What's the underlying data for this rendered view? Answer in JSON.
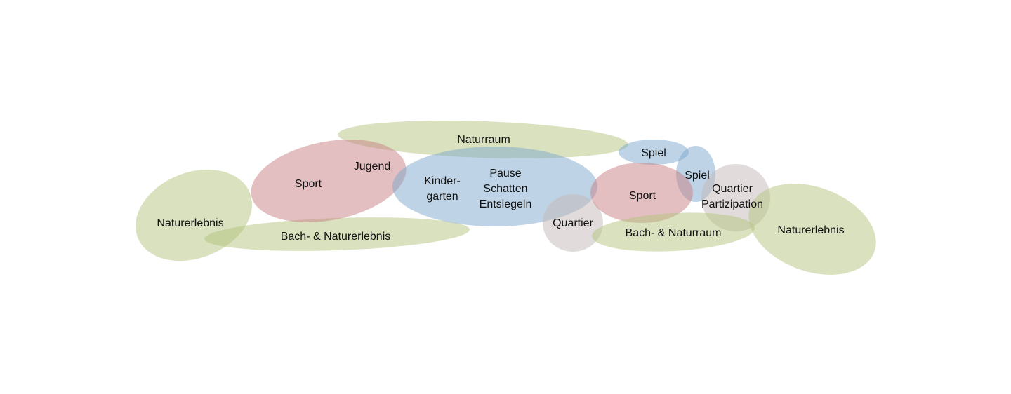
{
  "colors": {
    "green": "#b3c47e",
    "red": "#c77f83",
    "blue": "#7ea7cb",
    "grey": "#c4b9b8"
  },
  "zones": [
    {
      "id": "naturerlebnis-left",
      "color": "green",
      "lines": [
        "Naturerlebnis"
      ]
    },
    {
      "id": "bach-naturerlebnis",
      "color": "green",
      "lines": [
        "Bach- & Naturerlebnis"
      ]
    },
    {
      "id": "naturraum",
      "color": "green",
      "lines": [
        "Naturraum"
      ]
    },
    {
      "id": "sport-jugend",
      "color": "red",
      "lines": [
        "Sport"
      ]
    },
    {
      "id": "jugend",
      "color": "red",
      "lines": [
        "Jugend"
      ]
    },
    {
      "id": "kindergarten",
      "color": "blue",
      "lines": [
        "Kinder-",
        "garten"
      ]
    },
    {
      "id": "pause-schatten",
      "color": "blue",
      "lines": [
        "Pause",
        "Schatten",
        "Entsiegeln"
      ]
    },
    {
      "id": "quartier-middle",
      "color": "grey",
      "lines": [
        "Quartier"
      ]
    },
    {
      "id": "spiel-top",
      "color": "blue",
      "lines": [
        "Spiel"
      ]
    },
    {
      "id": "spiel-right",
      "color": "blue",
      "lines": [
        "Spiel"
      ]
    },
    {
      "id": "sport-right",
      "color": "red",
      "lines": [
        "Sport"
      ]
    },
    {
      "id": "quartier-partizipation",
      "color": "grey",
      "lines": [
        "Quartier",
        "Partizipation"
      ]
    },
    {
      "id": "bach-naturraum",
      "color": "green",
      "lines": [
        "Bach- & Naturraum"
      ]
    },
    {
      "id": "naturerlebnis-right",
      "color": "green",
      "lines": [
        "Naturerlebnis"
      ]
    }
  ]
}
